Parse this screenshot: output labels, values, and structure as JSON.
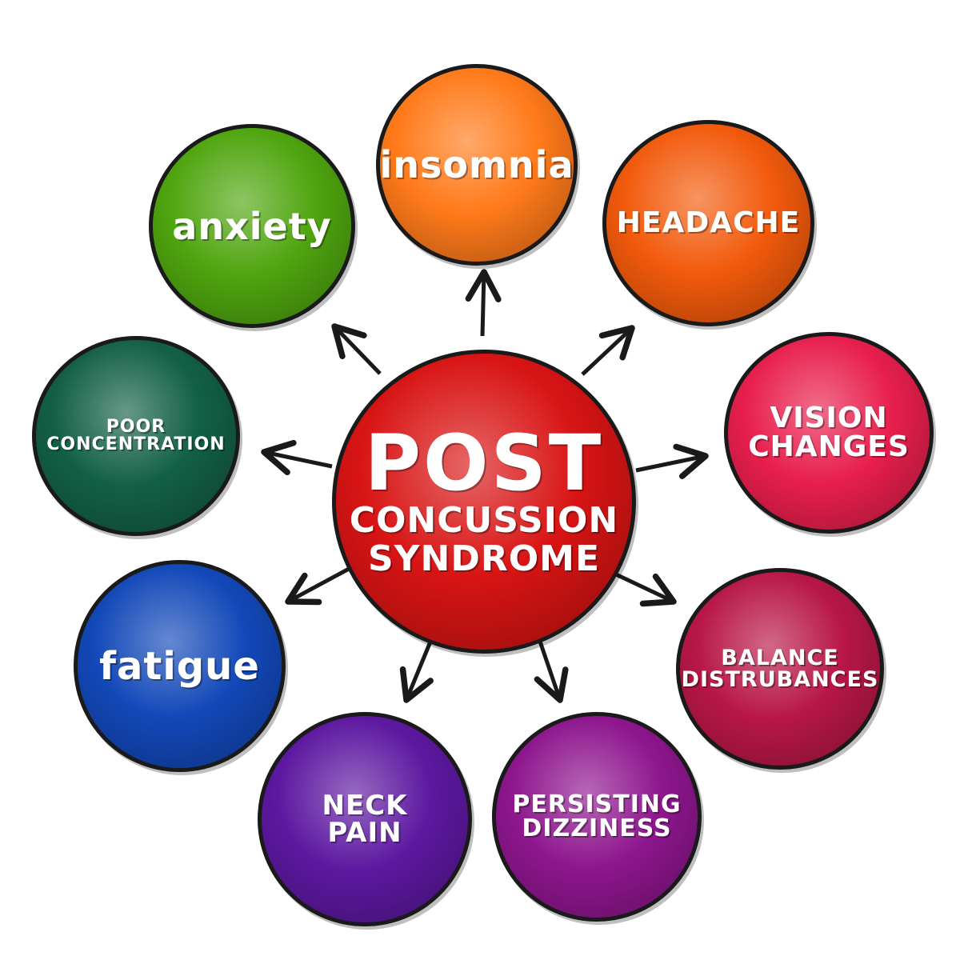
{
  "center": {
    "title": "POST",
    "line2": "CONCUSSION",
    "line3": "SYNDROME",
    "color": "#d81414"
  },
  "nodes": [
    {
      "id": "insomnia",
      "lines": [
        "insomnia"
      ],
      "color": "#ff7a1a"
    },
    {
      "id": "headache",
      "lines": [
        "HEADACHE"
      ],
      "color": "#f25a0c"
    },
    {
      "id": "vision-changes",
      "lines": [
        "VISION",
        "CHANGES"
      ],
      "color": "#e81f4d"
    },
    {
      "id": "balance-distrubances",
      "lines": [
        "BALANCE",
        "DISTRUBANCES"
      ],
      "color": "#b81747"
    },
    {
      "id": "persisting-dizziness",
      "lines": [
        "PERSISTING",
        "DIZZINESS"
      ],
      "color": "#8e168e"
    },
    {
      "id": "neck-pain",
      "lines": [
        "NECK",
        "PAIN"
      ],
      "color": "#5d18a0"
    },
    {
      "id": "fatigue",
      "lines": [
        "fatigue"
      ],
      "color": "#1248b8"
    },
    {
      "id": "poor-concentration",
      "lines": [
        "POOR",
        "CONCENTRATION"
      ],
      "color": "#136047"
    },
    {
      "id": "anxiety",
      "lines": [
        "anxiety"
      ],
      "color": "#4fa50f"
    }
  ]
}
